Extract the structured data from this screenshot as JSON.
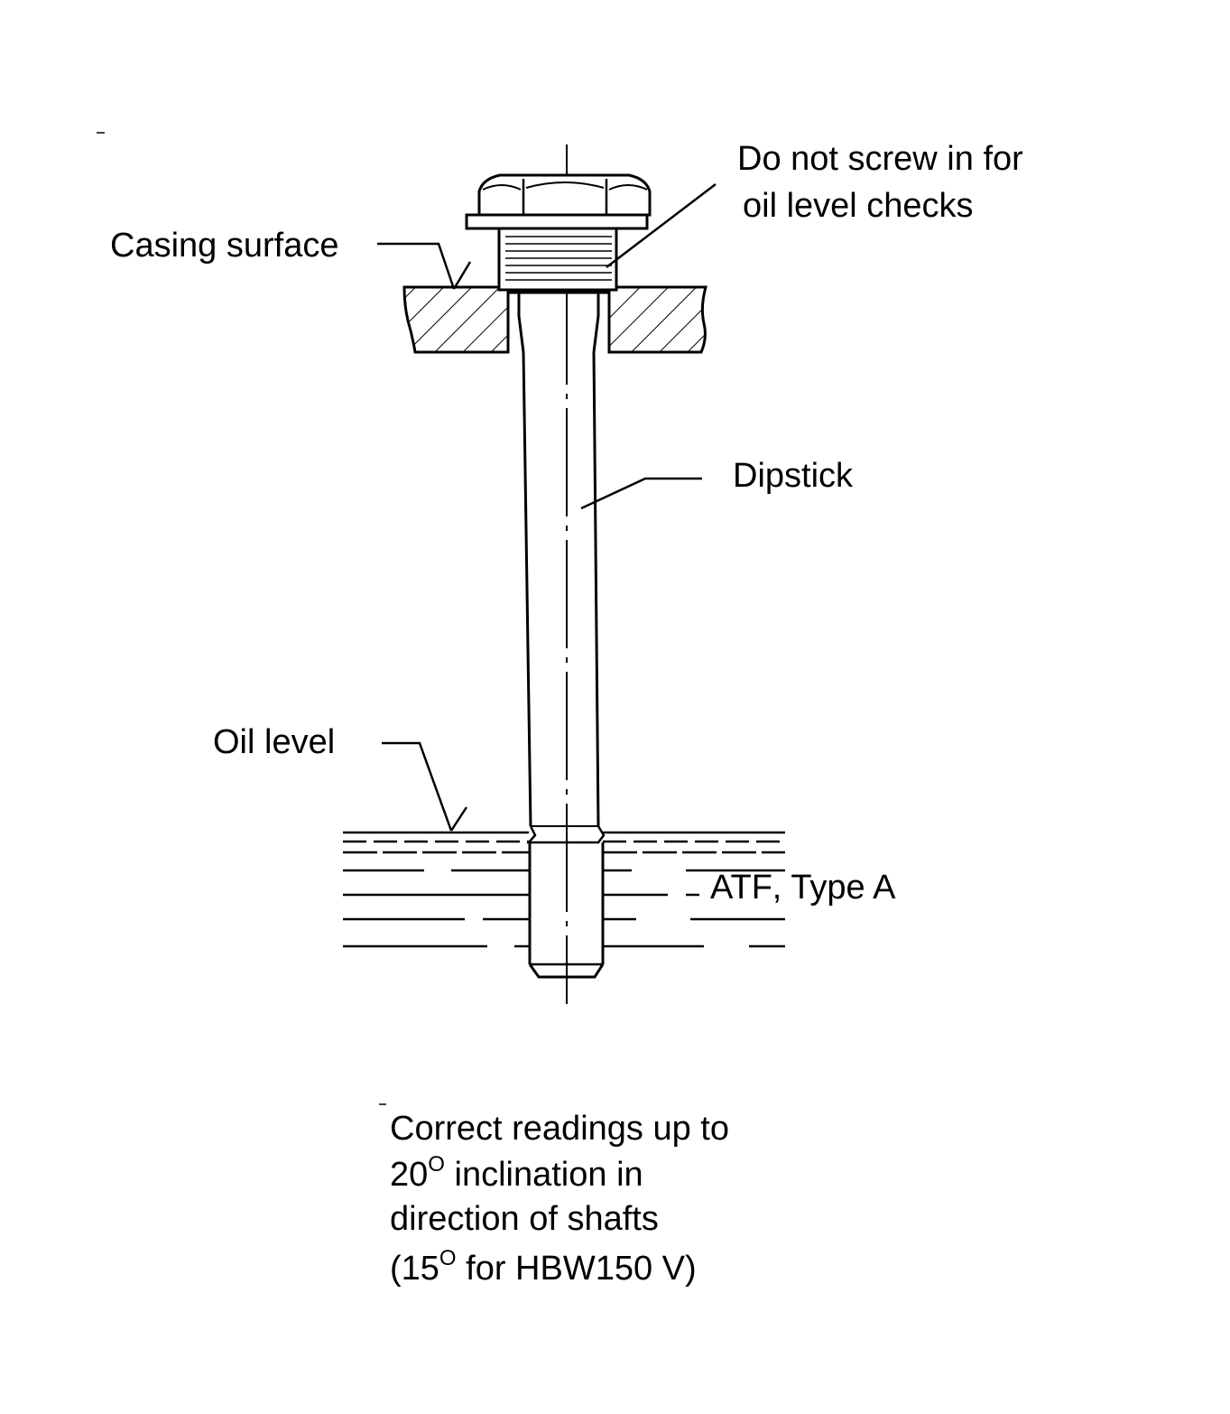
{
  "labels": {
    "screw_note_line1": "Do not screw in for",
    "screw_note_line2": "oil level checks",
    "casing_surface": "Casing surface",
    "dipstick": "Dipstick",
    "oil_level": "Oil level",
    "fluid": "ATF",
    "fluid_sep": ",",
    "fluid_type": "Type A"
  },
  "note": {
    "line1": "Correct readings up to",
    "line2_num": "20",
    "line2_deg": "O",
    "line2_rest": " inclination in",
    "line3": "direction of shafts",
    "line4_open": "(15",
    "line4_deg": "O",
    "line4_rest": " for HBW150 V)"
  },
  "colors": {
    "ink": "#000000",
    "paper": "#ffffff"
  }
}
